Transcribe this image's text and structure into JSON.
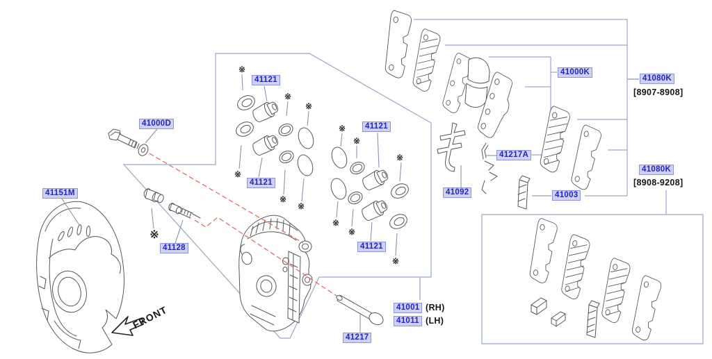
{
  "labels": {
    "l41151M": "41151M",
    "l41000D": "41000D",
    "l41121": "41121",
    "l41128": "41128",
    "l41217": "41217",
    "l41001": "41001",
    "rh": "(RH)",
    "l41011": "41011",
    "lh": "(LH)",
    "l41092": "41092",
    "l41217A": "41217A",
    "l41000K": "41000K",
    "l41080K": "41080K",
    "range1": "[8907-8908]",
    "range2": "[8908-9208]",
    "l41003": "41003"
  },
  "annotations": {
    "front": "FRONT",
    "reference_mark": "※"
  },
  "colors": {
    "label_text": "#2424be",
    "label_bg": "#cdd1f3",
    "label_border": "#8d92da",
    "group_line": "#9aa7cb",
    "leader_line": "#7e89a6",
    "red_dash": "#e26e6e",
    "artwork": "#565656",
    "black_text": "#141414"
  }
}
